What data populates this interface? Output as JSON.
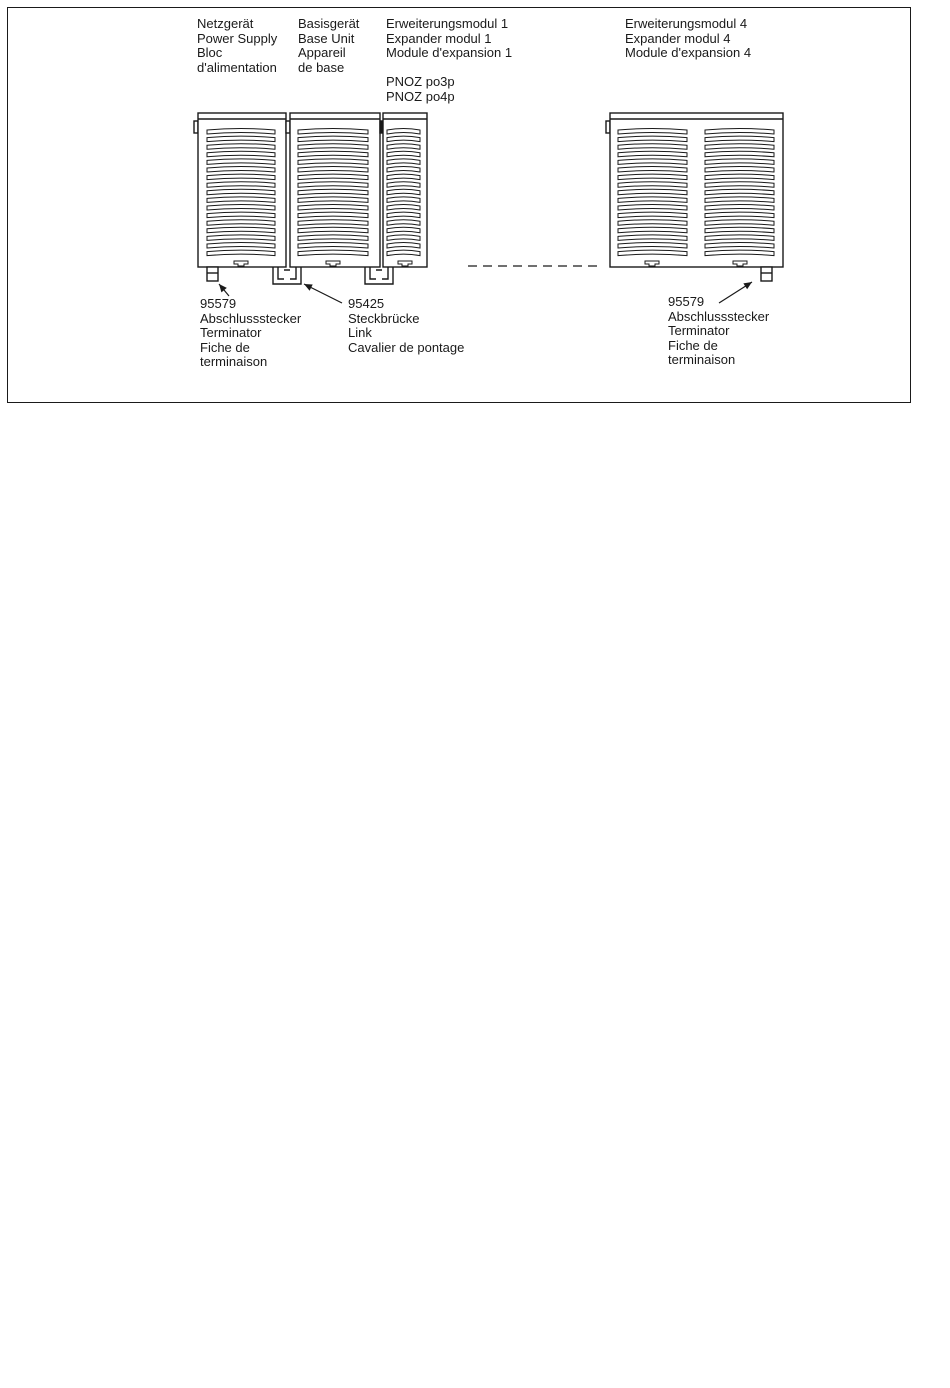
{
  "labels": {
    "power_supply": [
      "Netzgerät",
      "Power Supply",
      "Bloc",
      "d'alimentation"
    ],
    "base_unit": [
      "Basisgerät",
      "Base Unit",
      "Appareil",
      "de base"
    ],
    "expander1": [
      "Erweiterungsmodul 1",
      "Expander modul 1",
      "Module d'expansion 1"
    ],
    "expander1_models": [
      "PNOZ po3p",
      "PNOZ po4p"
    ],
    "expander4": [
      "Erweiterungsmodul 4",
      "Expander modul 4",
      "Module d'expansion 4"
    ],
    "terminator_left": [
      "95579",
      "Abschlussstecker",
      "Terminator",
      "Fiche de",
      "terminaison"
    ],
    "link": [
      "95425",
      "Steckbrücke",
      "Link",
      "Cavalier de pontage"
    ],
    "terminator_right": [
      "95579",
      "Abschlussstecker",
      "Terminator",
      "Fiche de",
      "terminaison"
    ]
  }
}
